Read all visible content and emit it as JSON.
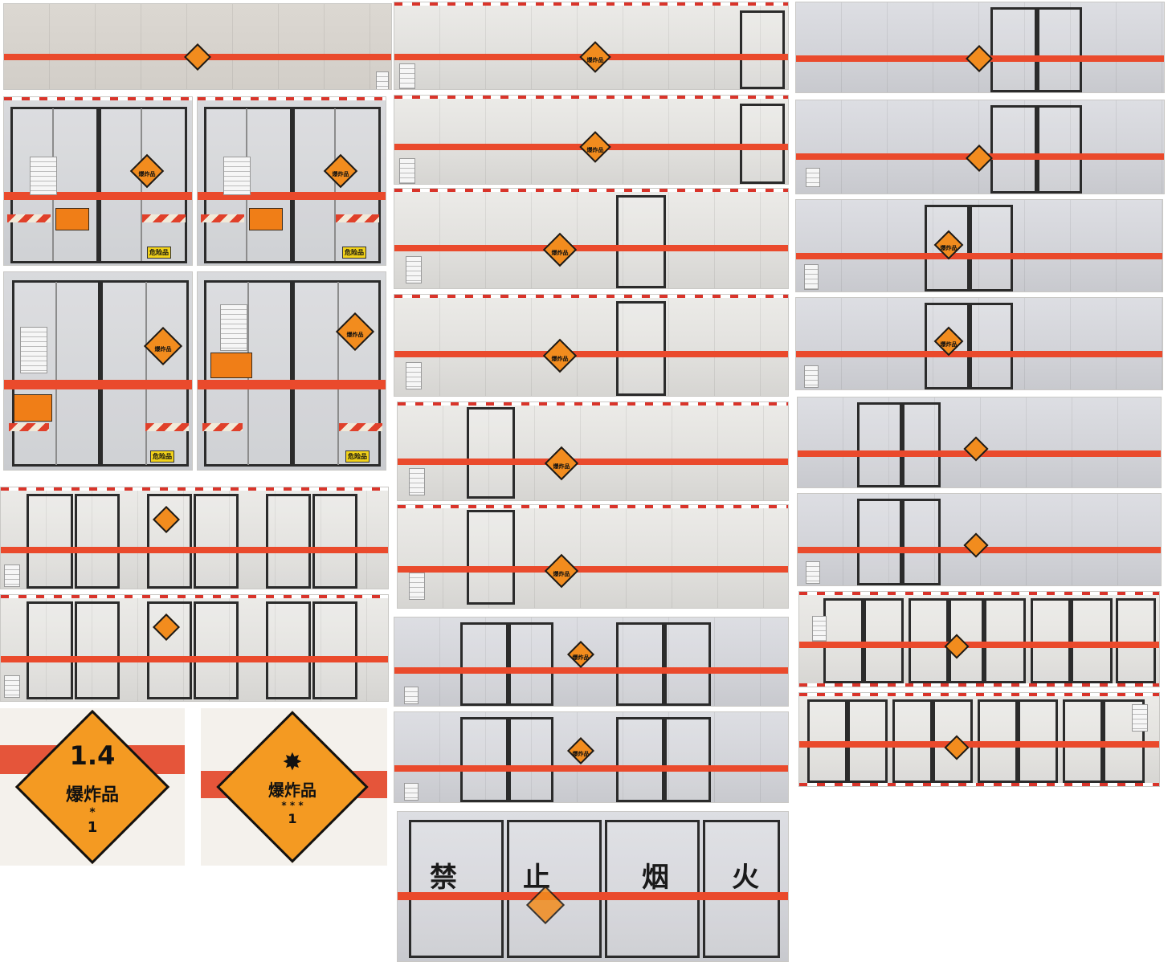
{
  "placard": {
    "label": "爆炸品",
    "division": "1.4",
    "group_mark": "*",
    "class_number": "1",
    "stars": "* * *"
  },
  "rear_tag": "危险品",
  "no_smoking": [
    "禁",
    "止",
    "烟",
    "火"
  ],
  "colors": {
    "stripe": "#ea4a2c",
    "placard": "#f28c1e",
    "panel": "#e6e5e2",
    "door_frame": "#2b2b2b"
  }
}
